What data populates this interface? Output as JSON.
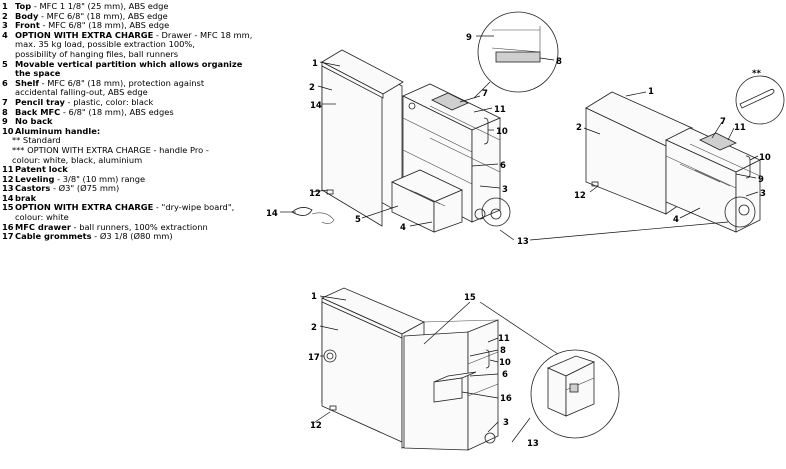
{
  "legend": [
    {
      "num": "1",
      "name": "Top",
      "desc": " - MFC 1 1/8\" (25 mm), ABS edge"
    },
    {
      "num": "2",
      "name": "Body",
      "desc": " - MFC 6/8\" (18 mm), ABS edge"
    },
    {
      "num": "3",
      "name": "Front",
      "desc": " - MFC 6/8\" (18 mm), ABS edge"
    },
    {
      "num": "4",
      "name": "OPTION WITH EXTRA CHARGE",
      "desc": " - Drawer - MFC 18 mm,",
      "cont": [
        "max. 35 kg load, possible extraction 100%,",
        "possibility of hanging files, ball runners"
      ]
    },
    {
      "num": "5",
      "name": "Movable vertical partition which allows organize",
      "desc": "",
      "cont_bold": [
        "the space"
      ]
    },
    {
      "num": "6",
      "name": "Shelf",
      "desc": " - MFC 6/8\" (18 mm), protection against",
      "cont": [
        "accidental falling-out, ABS edge"
      ]
    },
    {
      "num": "7",
      "name": "Pencil tray",
      "desc": " - plastic, color: black"
    },
    {
      "num": "8",
      "name": "Back MFC",
      "desc": " - 6/8\" (18 mm), ABS edges"
    },
    {
      "num": "9",
      "name": "No back",
      "desc": ""
    },
    {
      "num": "10",
      "name": "Aluminum handle:",
      "desc": "",
      "notes": [
        "** Standard",
        "*** OPTION WITH EXTRA CHARGE - handle Pro -",
        "colour: white, black, aluminium"
      ]
    },
    {
      "num": "11",
      "name": "Patent lock",
      "desc": ""
    },
    {
      "num": "12",
      "name": "Leveling",
      "desc": " - 3/8\" (10 mm) range"
    },
    {
      "num": "13",
      "name": "Castors",
      "desc": " - Ø3\" (Ø75 mm)"
    },
    {
      "num": "14",
      "name": "brak",
      "desc": ""
    },
    {
      "num": "15",
      "name": "OPTION WITH EXTRA CHARGE",
      "desc": " - \"dry-wipe board\",",
      "cont": [
        "colour: white"
      ]
    },
    {
      "num": "16",
      "name": "MFC drawer",
      "desc": " - ball runners, 100% extractionn"
    },
    {
      "num": "17",
      "name": "Cable grommets",
      "desc": " - Ø3 1/8 (Ø80 mm)"
    }
  ],
  "handle_marker": "**",
  "callouts": {
    "d1": [
      "1",
      "2",
      "14",
      "12",
      "14",
      "5",
      "4",
      "13",
      "7",
      "11",
      "10",
      "6",
      "3",
      "9",
      "8"
    ],
    "d2": [
      "1",
      "2",
      "12",
      "4",
      "7",
      "11",
      "10",
      "9",
      "3"
    ],
    "d3": [
      "1",
      "2",
      "17",
      "12",
      "15",
      "11",
      "8",
      "10",
      "6",
      "16",
      "3",
      "13"
    ]
  }
}
